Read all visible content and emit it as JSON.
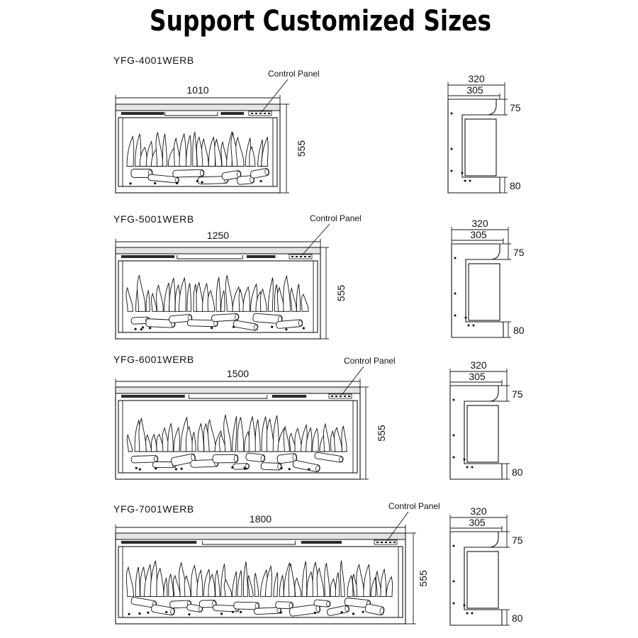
{
  "title": "Support Customized Sizes",
  "control_panel_label": "Control Panel",
  "models": [
    {
      "name": "YFG-4001WERB",
      "width": "1010",
      "height": "555"
    },
    {
      "name": "YFG-5001WERB",
      "width": "1250",
      "height": "555"
    },
    {
      "name": "YFG-6001WERB",
      "width": "1500",
      "height": "555"
    },
    {
      "name": "YFG-7001WERB",
      "width": "1800",
      "height": "555"
    }
  ],
  "side_view": {
    "depth_total": "320",
    "depth_body": "305",
    "top_trim": "75",
    "bottom_trim": "80"
  },
  "colors": {
    "line": "#111111",
    "trim": "#e4e4e4",
    "vent": "#2a2a2a"
  }
}
